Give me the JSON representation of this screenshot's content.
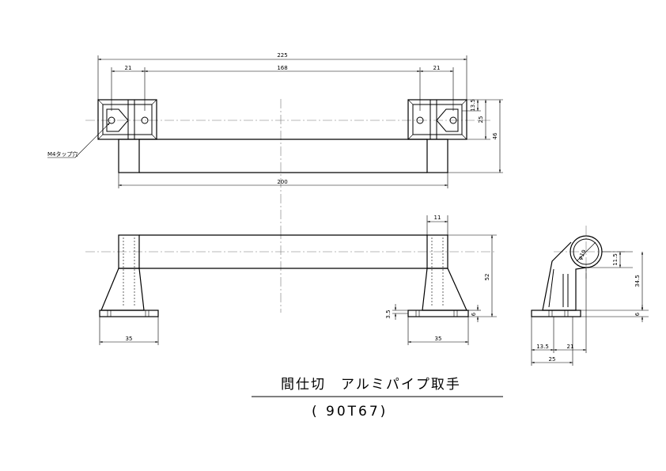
{
  "title": "間仕切　アルミパイプ取手",
  "model": "( 90T67)",
  "note": "M4タップ穴",
  "top_view": {
    "overall": "225",
    "left_offset": "21",
    "center_span": "168",
    "right_offset": "21",
    "bottom_length": "200",
    "dim_13_5": "13.5",
    "dim_25": "25",
    "dim_46": "46"
  },
  "front_view": {
    "post_width": "11",
    "height": "52",
    "base_left": "35",
    "base_right": "35",
    "plate_left": "3.5",
    "plate_right": "6"
  },
  "side_view": {
    "diameter": "φ19",
    "dim_11_5": "11.5",
    "dim_34_5": "34.5",
    "dim_6": "6",
    "dim_13_5": "13.5",
    "dim_21": "21",
    "dim_25": "25"
  }
}
